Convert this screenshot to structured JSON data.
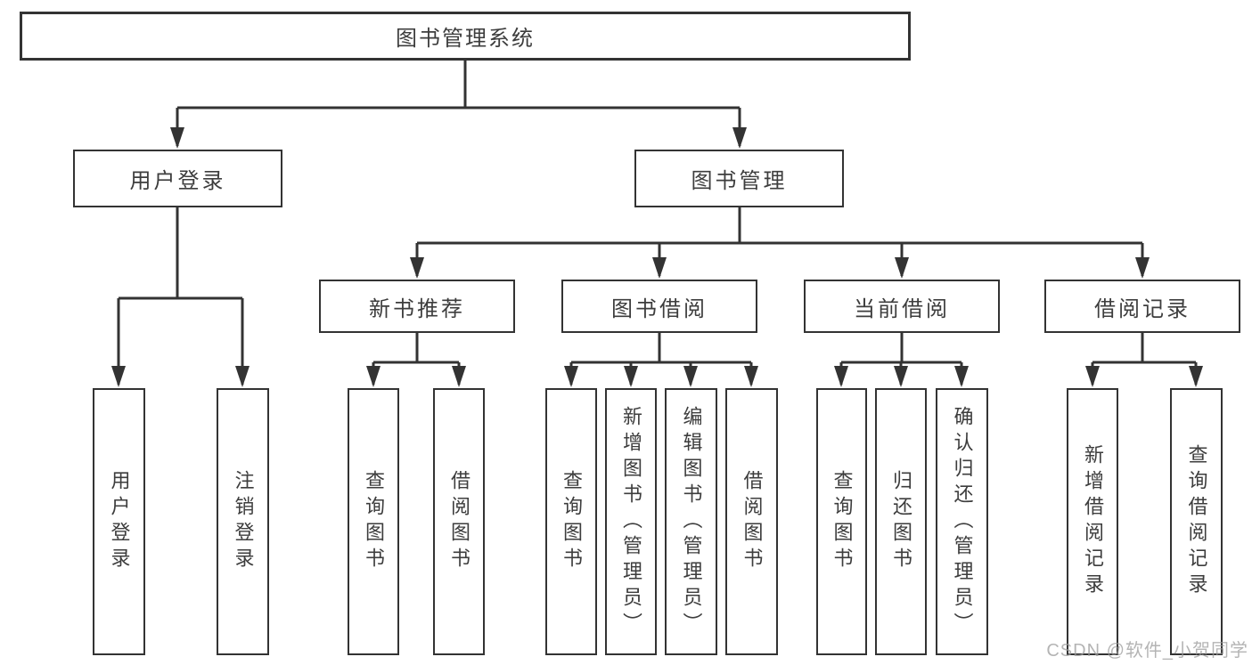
{
  "diagram": {
    "root": "图书管理系统",
    "branches": {
      "user_login": {
        "label": "用户登录",
        "children": [
          "用户登录",
          "注销登录"
        ]
      },
      "book_mgmt": {
        "label": "图书管理",
        "modules": {
          "new_book": {
            "label": "新书推荐",
            "children": [
              "查询图书",
              "借阅图书"
            ]
          },
          "borrow": {
            "label": "图书借阅",
            "children": [
              "查询图书",
              "新增图书（管理员）",
              "编辑图书（管理员）",
              "借阅图书"
            ]
          },
          "current": {
            "label": "当前借阅",
            "children": [
              "查询图书",
              "归还图书",
              "确认归还（管理员）"
            ]
          },
          "records": {
            "label": "借阅记录",
            "children": [
              "新增借阅记录",
              "查询借阅记录"
            ]
          }
        }
      }
    }
  },
  "watermark": "CSDN @软件_小贺同学",
  "colors": {
    "line": "#333333",
    "text": "#3d3d3d",
    "box_bg": "#ffffff",
    "watermark": "#9b9b9b"
  }
}
